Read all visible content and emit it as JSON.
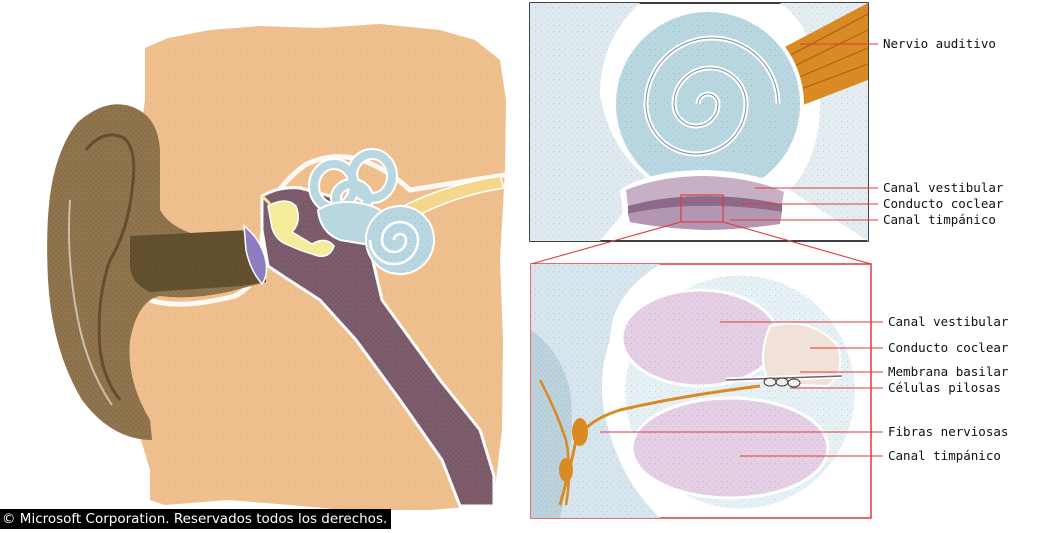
{
  "figure": {
    "panel_top_labels": {
      "nerve": "Nervio auditivo",
      "vestibular": "Canal vestibular",
      "cochlear_duct": "Conducto coclear",
      "tympanic": "Canal timpánico"
    },
    "panel_bottom_labels": {
      "vestibular": "Canal vestibular",
      "cochlear_duct": "Conducto coclear",
      "basilar": "Membrana basilar",
      "hair_cells": "Células pilosas",
      "fibers": "Fibras nerviosas",
      "tympanic": "Canal timpánico"
    }
  },
  "colors": {
    "skin": "#efbf8d",
    "auricle": "#8f744d",
    "canal": "#62502f",
    "eardrum": "#8e7cc0",
    "middle_ear": "#7d5c6c",
    "cochlea": "#b9d7e0",
    "ossicles": "#f4ec9a",
    "nerve": "#d98a22",
    "cross_chamber": "#e4cfe4",
    "leader": "#e03a3a"
  },
  "copyright": "© Microsoft Corporation. Reservados todos los derechos."
}
